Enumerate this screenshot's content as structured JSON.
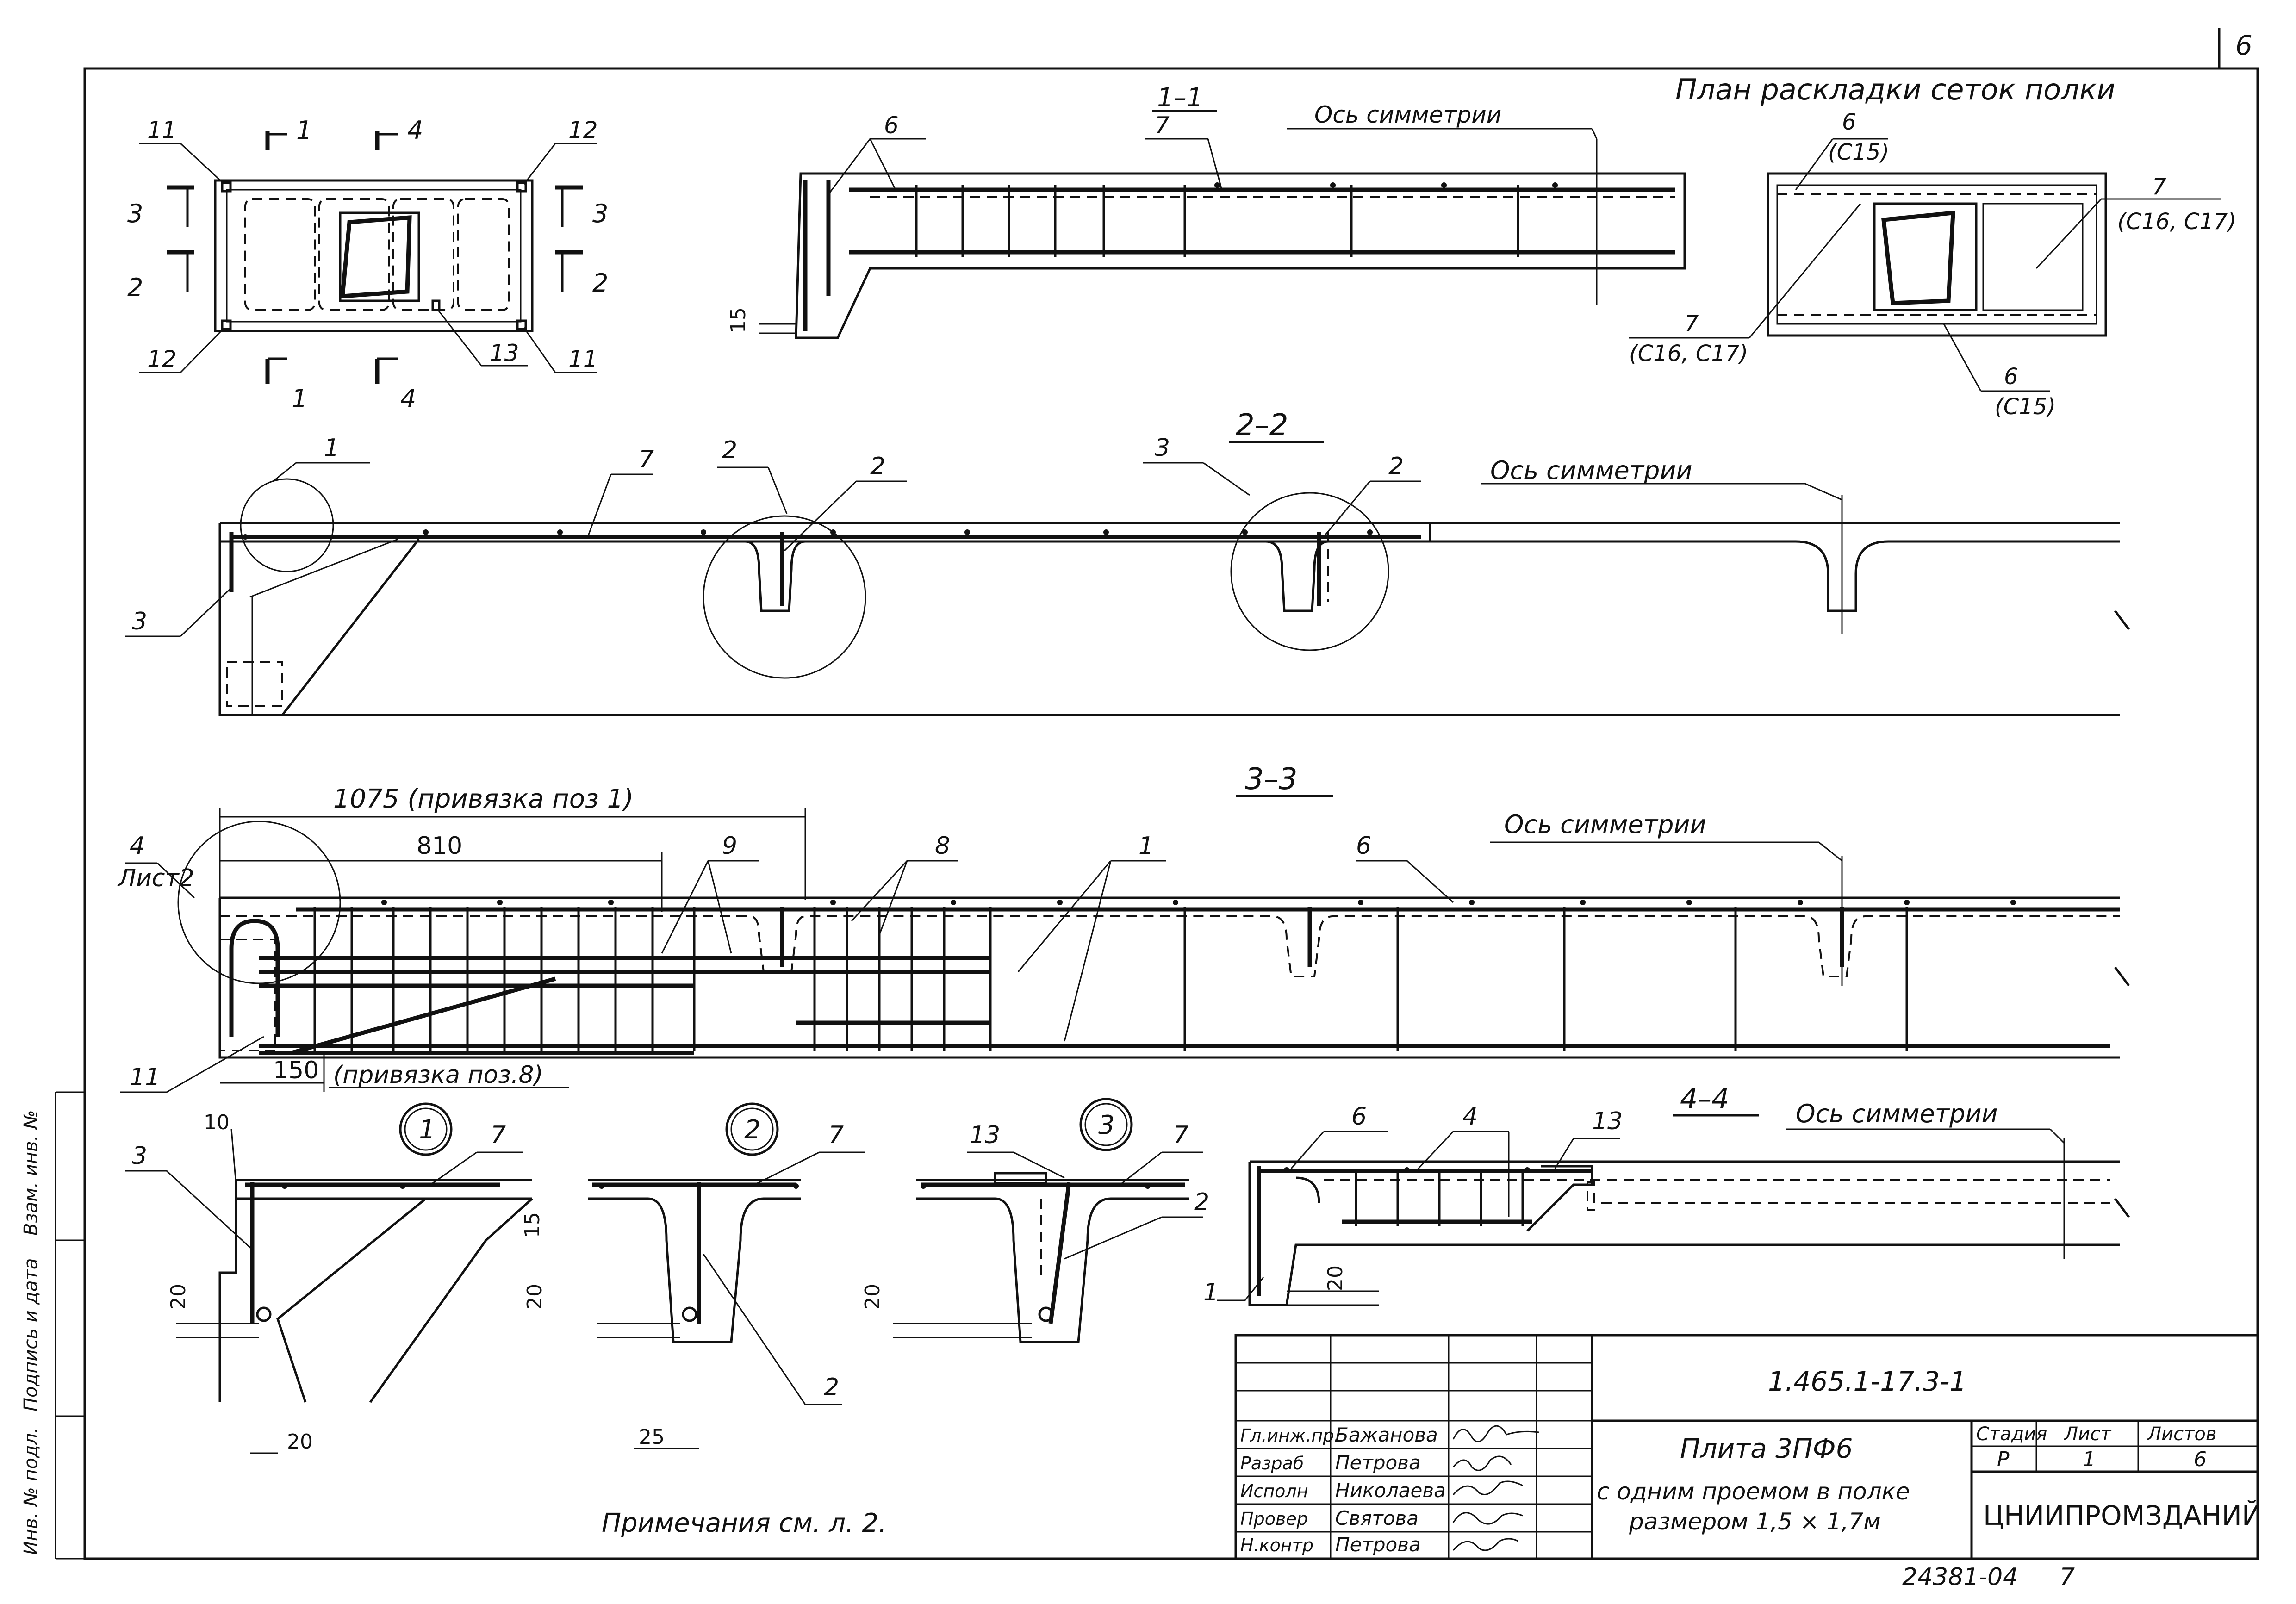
{
  "sheet": {
    "corner_number": "6",
    "doc_code": "1.465.1-17.3-1",
    "archive_number": "24381-04",
    "archive_sheet": "7",
    "notes_ref": "Примечания   см. л. 2."
  },
  "title_block": {
    "product_title": "Плита 3ПФ6",
    "product_desc_1": "с одним проемом в полке",
    "product_desc_2": "размером 1,5 × 1,7м",
    "organization": "ЦНИИПРОМЗДАНИЙ",
    "stage_head": "Стадия",
    "sheet_head": "Лист",
    "sheets_head": "Листов",
    "stage": "Р",
    "sheet": "1",
    "sheets": "6",
    "signatures": [
      {
        "role": "Гл.инж.пр.",
        "name": "Бажанова"
      },
      {
        "role": "Разраб",
        "name": "Петрова"
      },
      {
        "role": "Исполн",
        "name": "Николаева"
      },
      {
        "role": "Провер",
        "name": "Святова"
      },
      {
        "role": "Н.контр",
        "name": "Петрова"
      }
    ]
  },
  "side_stamp": {
    "inv_orig": "Инв. № подл.",
    "sign_date": "Подпись и дата",
    "inv_dup": "Взам. инв. №"
  },
  "views": {
    "plan_title": "План раскладки сеток полки",
    "section_1": "1–1",
    "section_2": "2–2",
    "section_3": "3–3",
    "section_4": "4–4",
    "axis": "Ось симметрии"
  },
  "plan_labels": {
    "cut_1": "1",
    "cut_2": "2",
    "cut_3": "3",
    "cut_4": "4",
    "pos_11": "11",
    "pos_12": "12",
    "pos_13": "13"
  },
  "mesh_plan": {
    "p6": "6",
    "p6_sub": "(С15)",
    "p7": "7",
    "p7_sub": "(С16, С17)"
  },
  "positions": {
    "p1": "1",
    "p2": "2",
    "p3": "3",
    "p4": "4",
    "p6": "6",
    "p7": "7",
    "p8": "8",
    "p9": "9",
    "p11": "11",
    "p13": "13",
    "p4_sheet": "Лист2"
  },
  "dims": {
    "d15": "15",
    "d10": "10",
    "d20": "20",
    "d25": "25",
    "d810": "810",
    "d150": "150",
    "d1075": "1075 (привязка поз 1)",
    "d150_note": "(привязка поз.8)"
  },
  "details": {
    "n1": "1",
    "n2": "2",
    "n3": "3"
  }
}
